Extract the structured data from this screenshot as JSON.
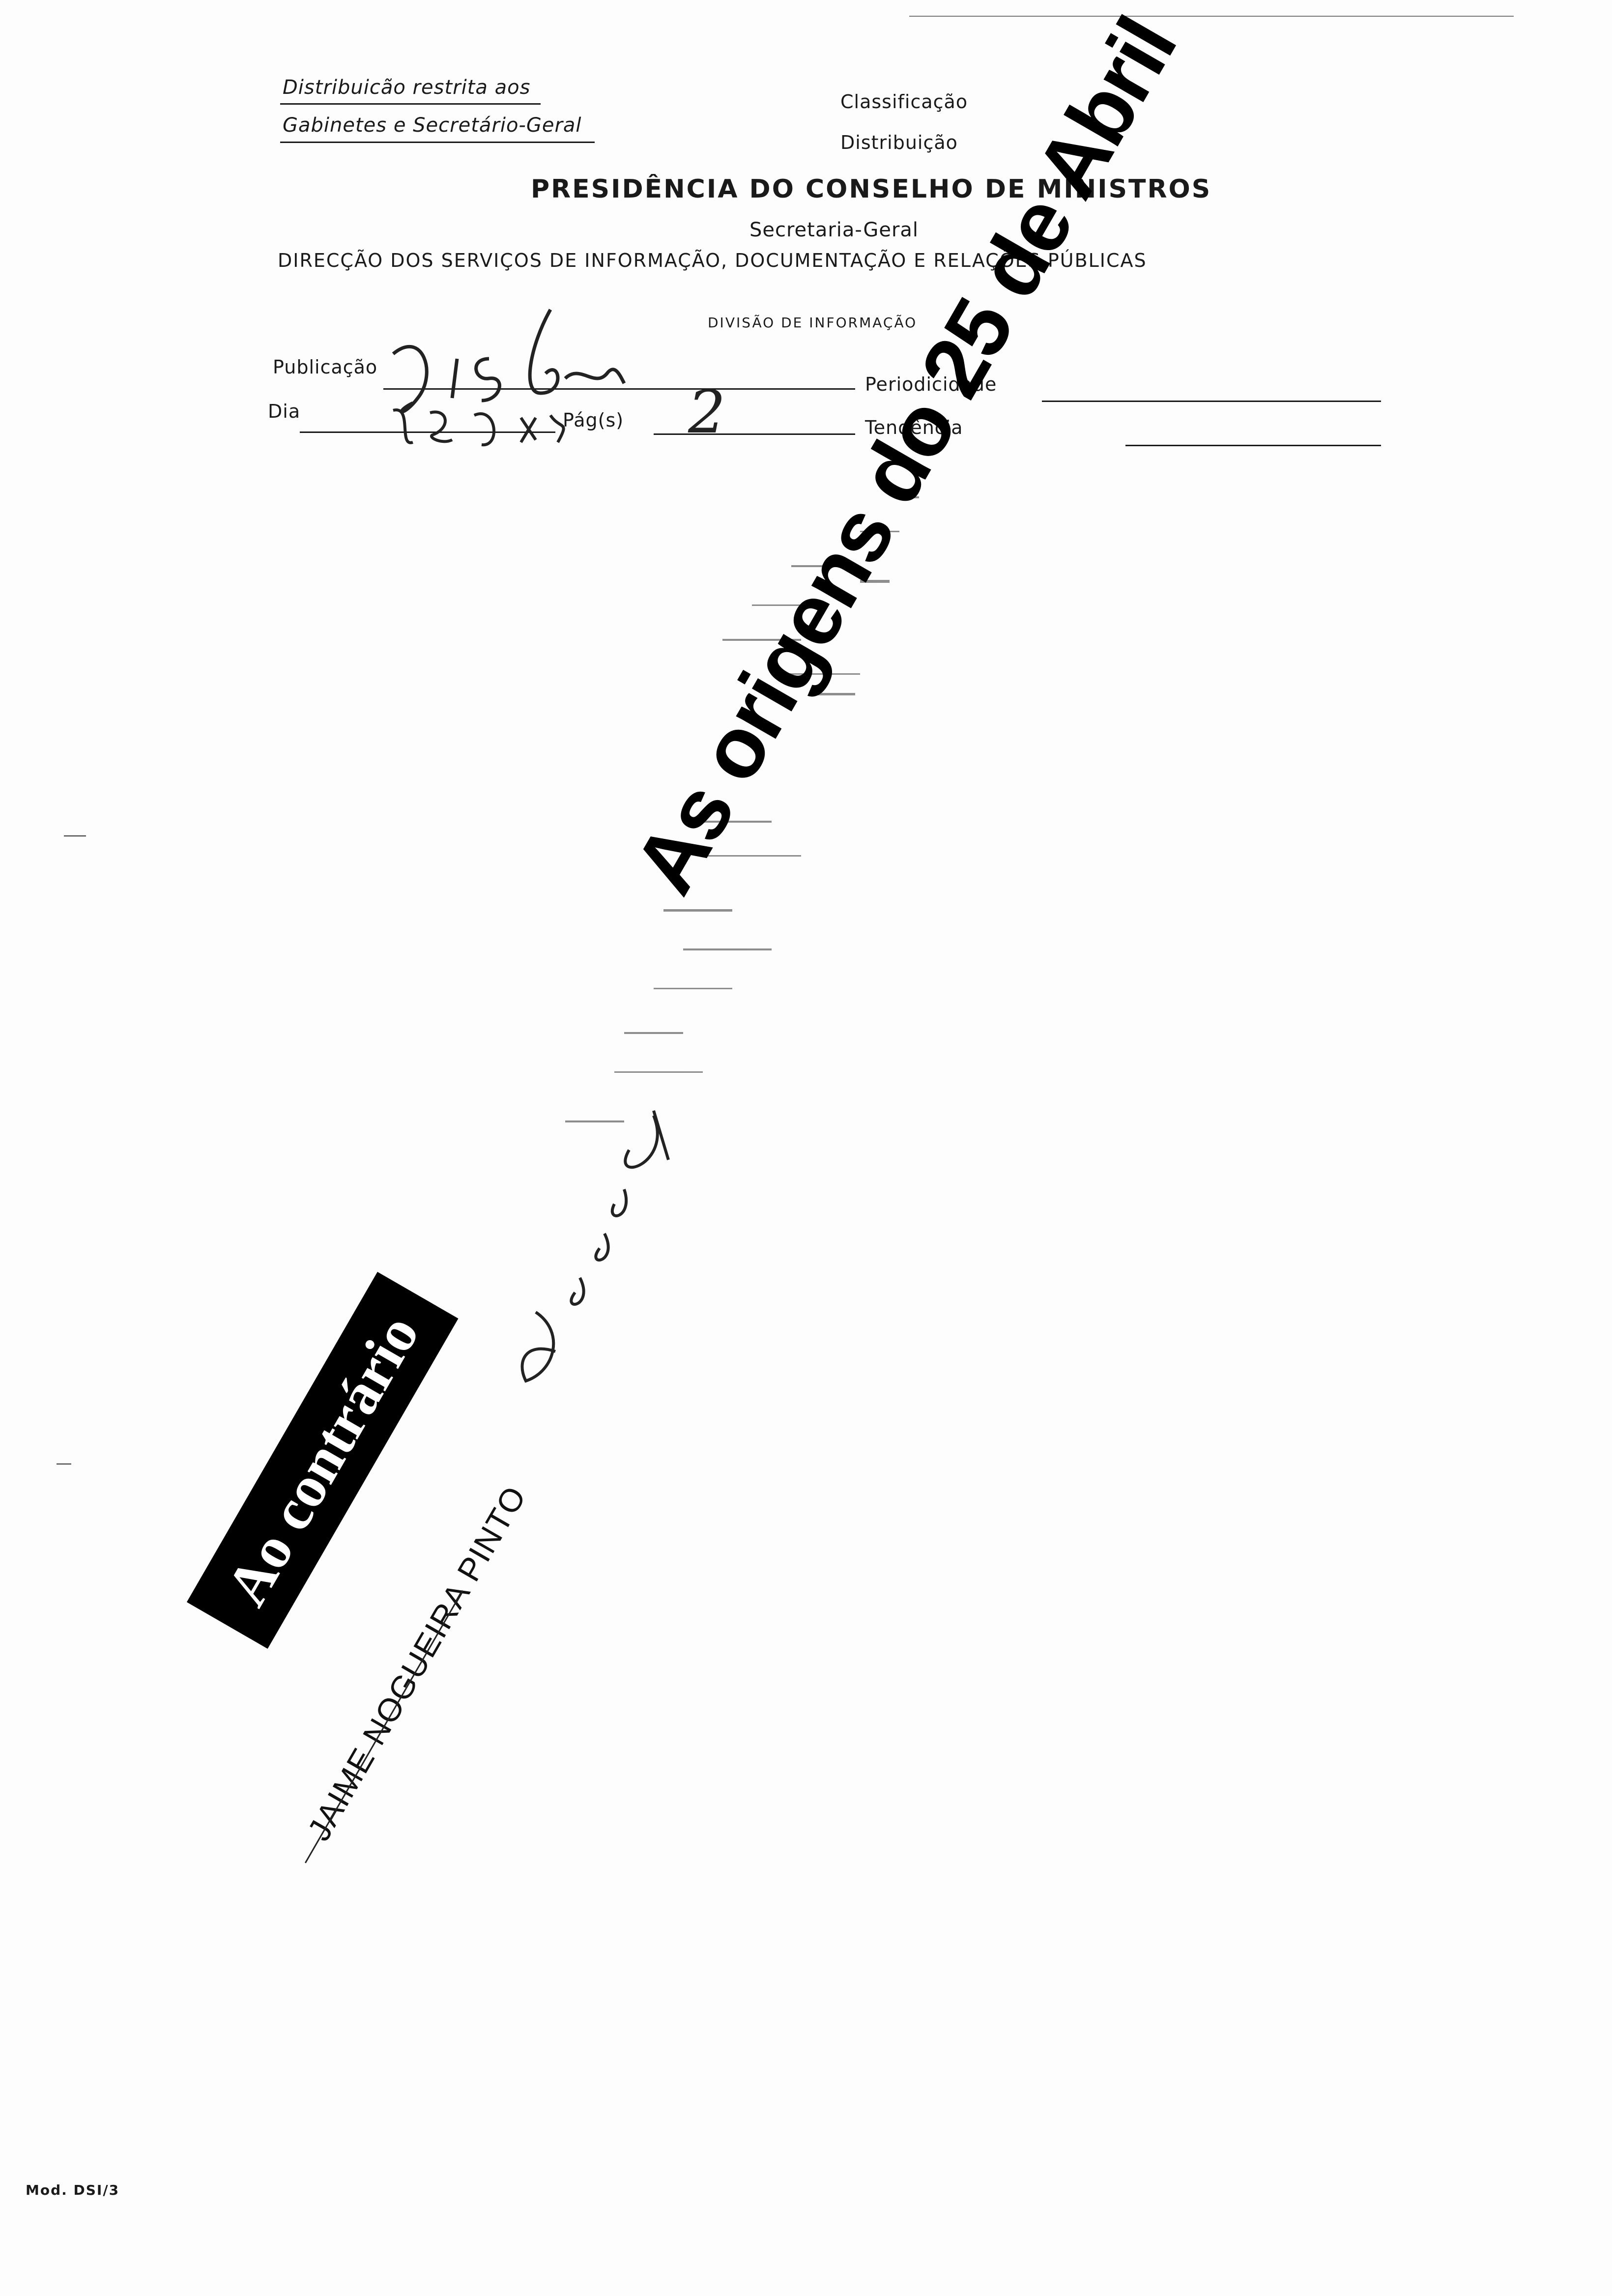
{
  "header": {
    "distribution_line1": "Distribuicão restrita aos",
    "distribution_line2": "Gabinetes e Secretário-Geral",
    "classification_label": "Classificação",
    "distribution_label": "Distribuição",
    "organization": "PRESIDÊNCIA DO CONSELHO DE MINISTROS",
    "secretariat": "Secretaria-Geral",
    "direction": "DIRECÇÃO DOS SERVIÇOS DE INFORMAÇÃO, DOCUMENTAÇÃO E RELAÇÕES PÚBLICAS",
    "division": "DIVISÃO DE INFORMAÇÃO"
  },
  "form": {
    "publication_label": "Publicação",
    "day_label": "Dia",
    "pages_label": "Pág(s)",
    "pages_value": "2",
    "periodicity_label": "Periodicidade",
    "tendency_label": "Tendência"
  },
  "clipping": {
    "headline": "As origens do 25 de Abril",
    "column_name": "Ao contrário",
    "author": "JAIME NOGUEIRA PINTO"
  },
  "footer": {
    "form_code": "Mod. DSI/3"
  }
}
